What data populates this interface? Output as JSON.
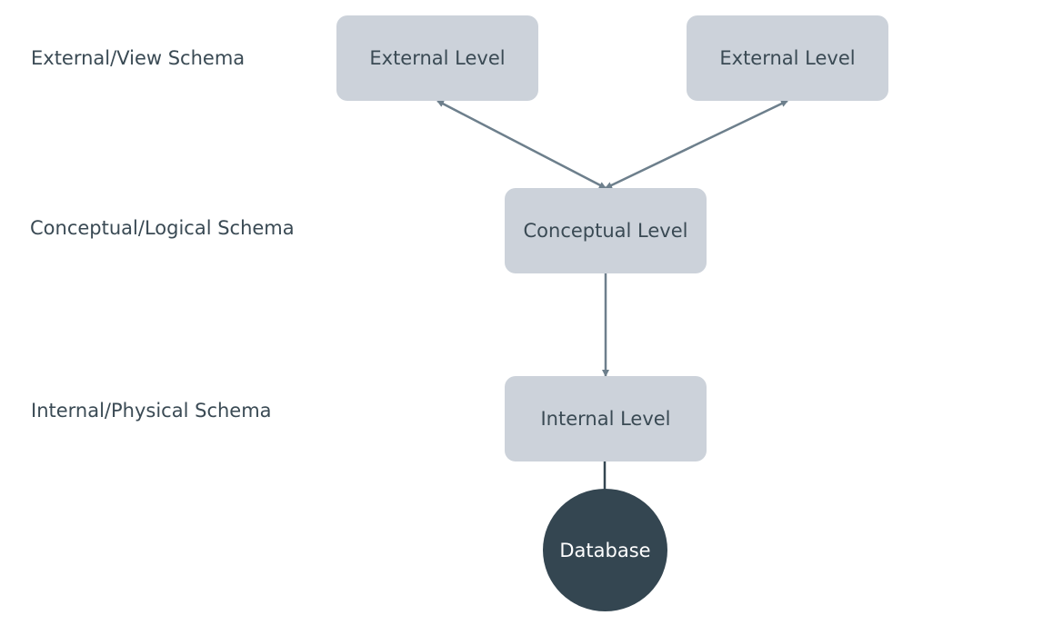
{
  "schemas": {
    "external": "External/View Schema",
    "conceptual": "Conceptual/Logical Schema",
    "internal": "Internal/Physical Schema"
  },
  "levels": {
    "external_1": "External Level",
    "external_2": "External Level",
    "conceptual": "Conceptual Level",
    "internal": "Internal Level"
  },
  "database": "Database",
  "colors": {
    "box_fill": "#ccd2da",
    "database_fill": "#344651",
    "connector": "#6d7f8c",
    "text": "#3a4a54"
  }
}
